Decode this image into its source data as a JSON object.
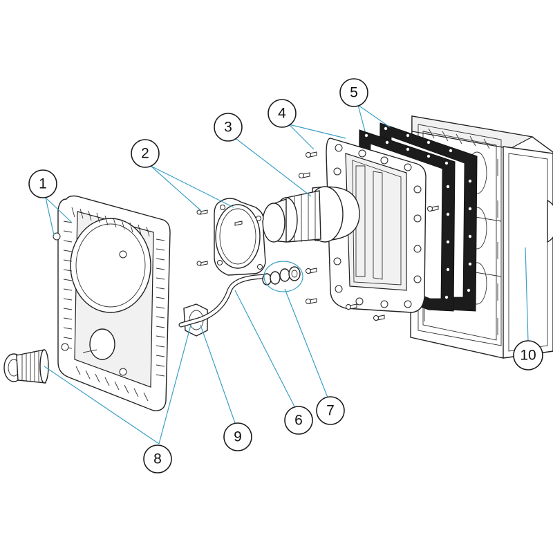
{
  "callouts": [
    {
      "label": "1"
    },
    {
      "label": "2"
    },
    {
      "label": "3"
    },
    {
      "label": "4"
    },
    {
      "label": "5"
    },
    {
      "label": "6"
    },
    {
      "label": "7"
    },
    {
      "label": "8"
    },
    {
      "label": "9"
    },
    {
      "label": "10"
    }
  ],
  "colors": {
    "leader": "#3a9fc4",
    "outline": "#222222",
    "gasket": "#1c1c1c"
  }
}
